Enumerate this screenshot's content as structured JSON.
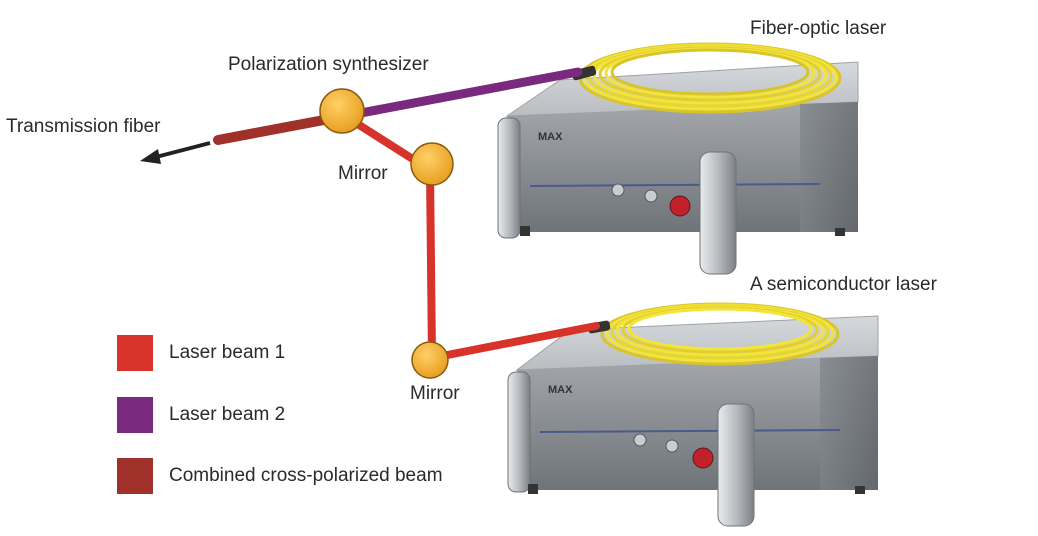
{
  "labels": {
    "fiber_laser": "Fiber-optic laser",
    "polarization_synthesizer": "Polarization synthesizer",
    "transmission_fiber": "Transmission fiber",
    "mirror_upper": "Mirror",
    "semiconductor_laser": "A semiconductor laser",
    "mirror_lower": "Mirror"
  },
  "legend": [
    {
      "label": "Laser beam 1",
      "color": "#d7332a"
    },
    {
      "label": "Laser beam 2",
      "color": "#7a2a7e"
    },
    {
      "label": "Combined cross-polarized beam",
      "color": "#a0302a"
    }
  ],
  "colors": {
    "beam_1": "#d7332a",
    "beam_2": "#7a2a7e",
    "combined_beam": "#a0302a",
    "mirror": "#f2b134",
    "fiber_coil": "#f3e43a",
    "laser_body": "#8f949a"
  },
  "units": {
    "brand_mark": "MAX"
  }
}
